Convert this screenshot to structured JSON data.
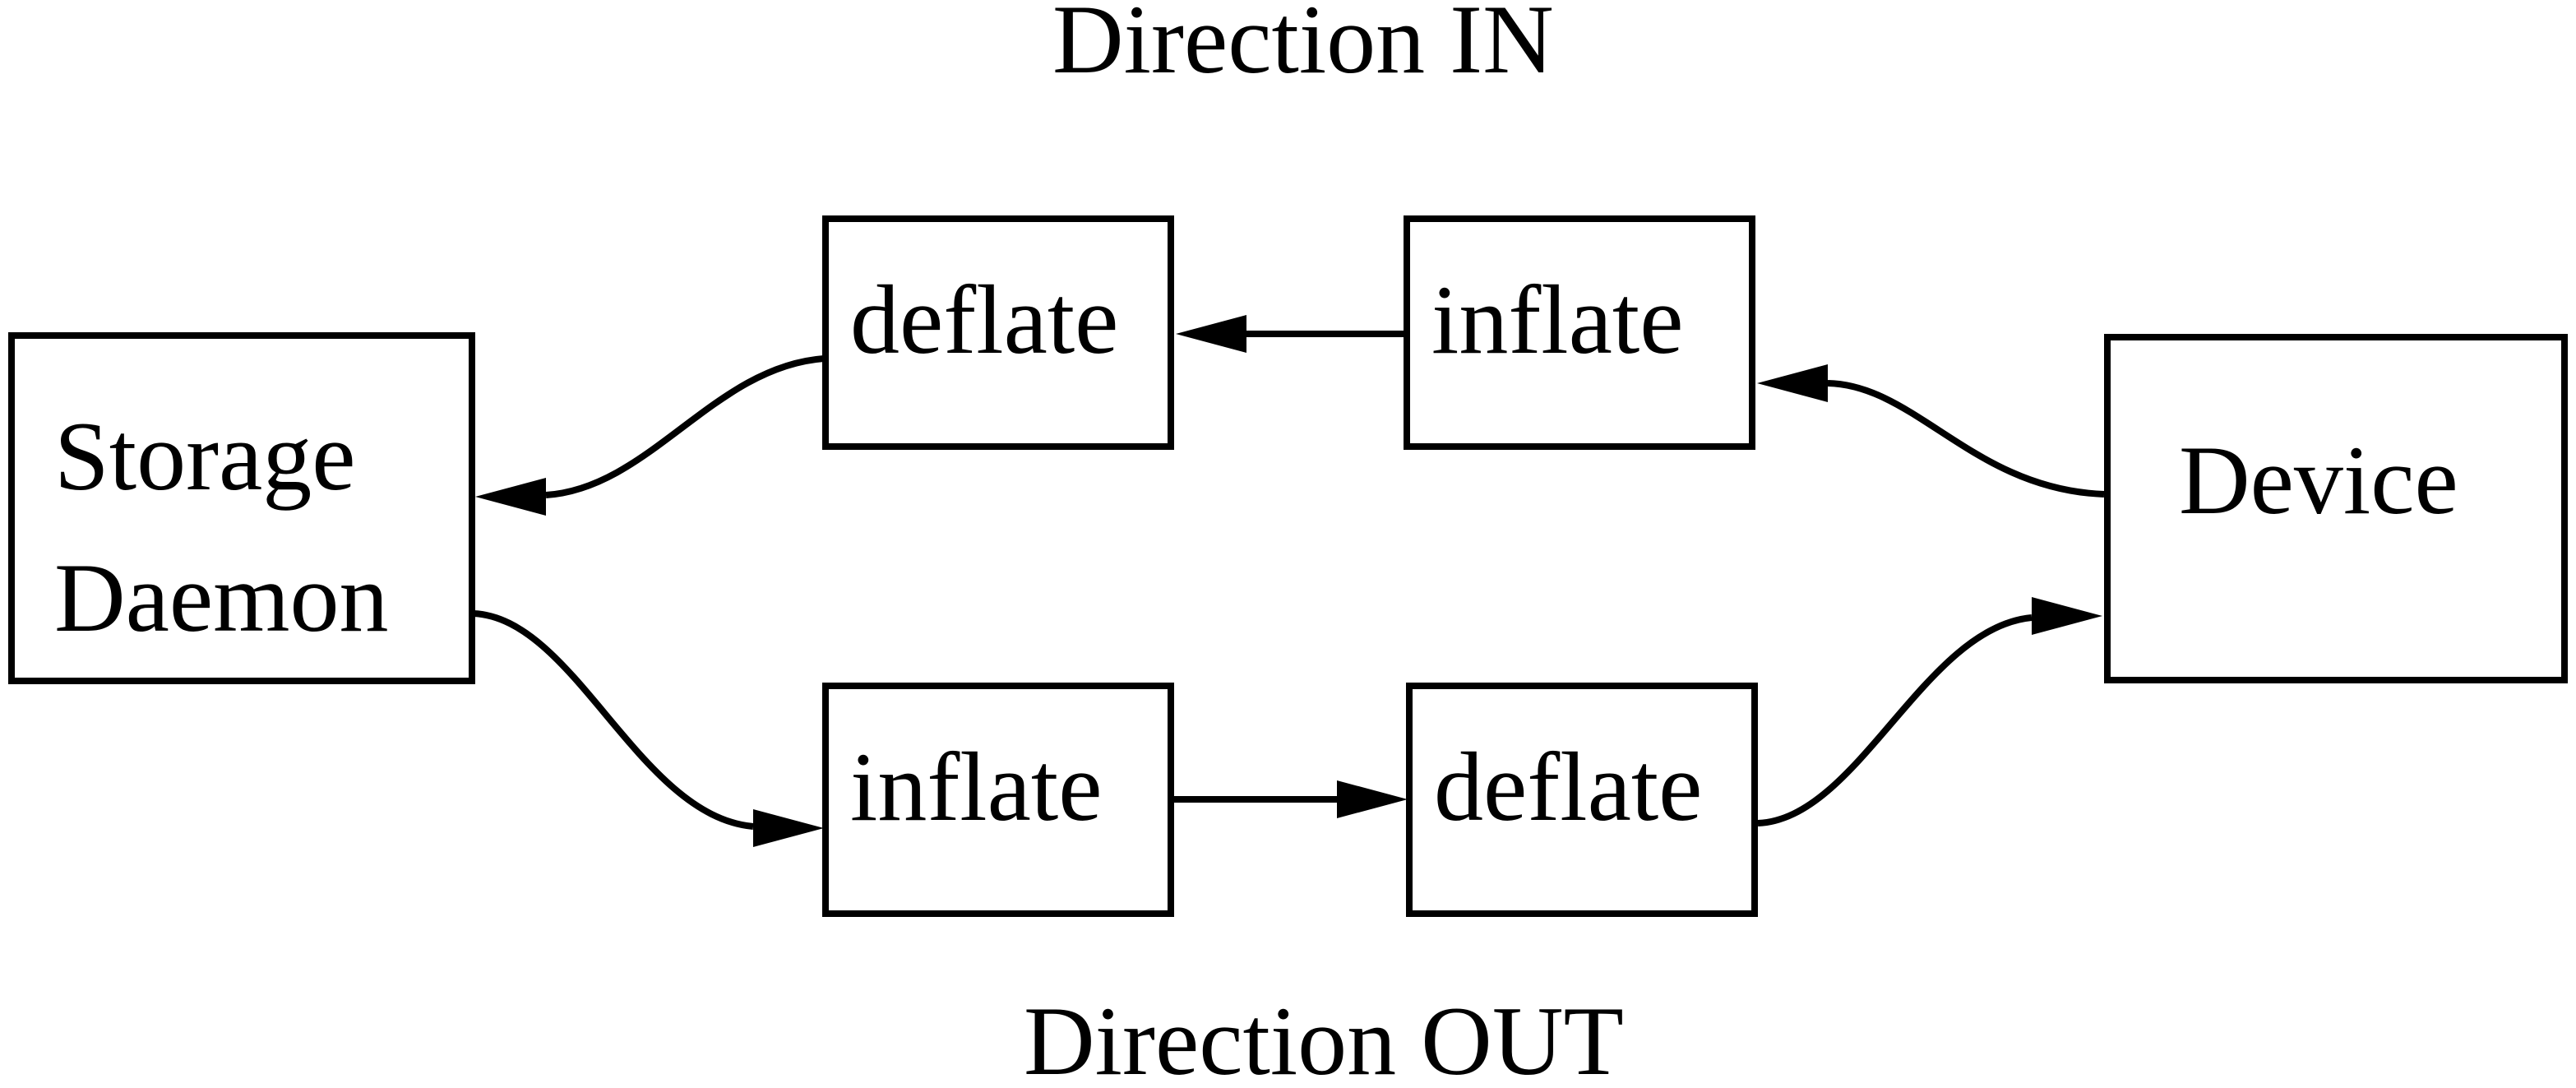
{
  "diagram": {
    "background_color": "#ffffff",
    "ink_color": "#000000",
    "title_top": "Direction IN",
    "title_bottom": "Direction OUT",
    "nodes": {
      "storage_daemon": {
        "line1": "Storage",
        "line2": "Daemon"
      },
      "deflate_in": {
        "label": "deflate"
      },
      "inflate_in": {
        "label": "inflate"
      },
      "inflate_out": {
        "label": "inflate"
      },
      "deflate_out": {
        "label": "deflate"
      },
      "device": {
        "label": "Device"
      }
    },
    "edges": [
      {
        "from": "inflate_in",
        "to": "deflate_in",
        "arrow": "left",
        "flow": "Direction IN"
      },
      {
        "from": "device",
        "to": "inflate_in",
        "arrow": "left",
        "flow": "Direction IN"
      },
      {
        "from": "deflate_in",
        "to": "storage_daemon",
        "arrow": "left",
        "flow": "Direction IN"
      },
      {
        "from": "storage_daemon",
        "to": "inflate_out",
        "arrow": "right",
        "flow": "Direction OUT"
      },
      {
        "from": "inflate_out",
        "to": "deflate_out",
        "arrow": "right",
        "flow": "Direction OUT"
      },
      {
        "from": "deflate_out",
        "to": "device",
        "arrow": "right",
        "flow": "Direction OUT"
      }
    ]
  }
}
